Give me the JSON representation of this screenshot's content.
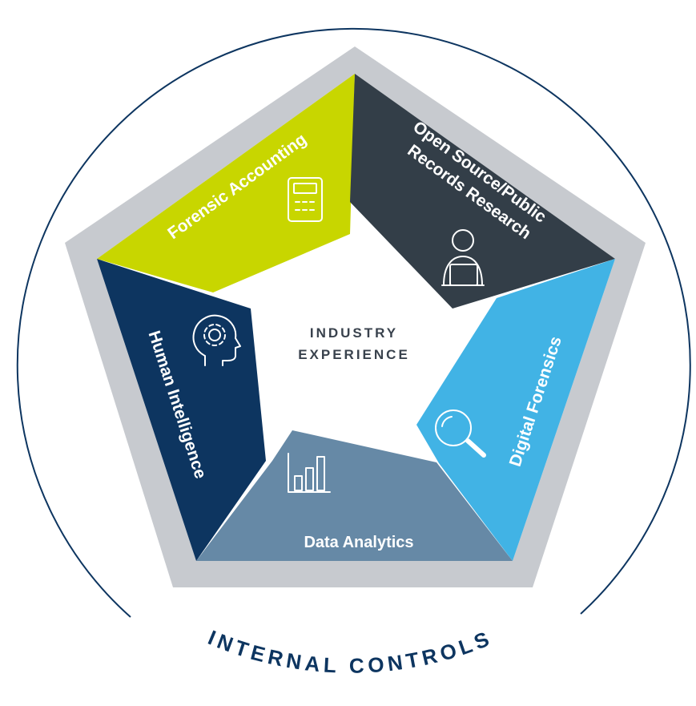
{
  "center": {
    "line1": "INDUSTRY",
    "line2": "EXPERIENCE"
  },
  "ring_label": "INTERNAL CONTROLS",
  "segments": [
    {
      "id": "forensic-accounting",
      "label": "Forensic Accounting",
      "icon": "calculator-icon",
      "color": "#c8d600"
    },
    {
      "id": "open-source",
      "label_line1": "Open Source/Public",
      "label_line2": "Records Research",
      "icon": "person-laptop-icon",
      "color": "#333e48"
    },
    {
      "id": "digital-forensics",
      "label": "Digital Forensics",
      "icon": "magnifier-icon",
      "color": "#41b3e5"
    },
    {
      "id": "data-analytics",
      "label": "Data Analytics",
      "icon": "bar-chart-icon",
      "color": "#6689a6"
    },
    {
      "id": "human-intelligence",
      "label": "Human Intelligence",
      "icon": "head-gear-icon",
      "color": "#0d3560"
    }
  ],
  "colors": {
    "frame": "#c7cacf",
    "ring": "#0d3560",
    "center_text": "#39424d"
  }
}
